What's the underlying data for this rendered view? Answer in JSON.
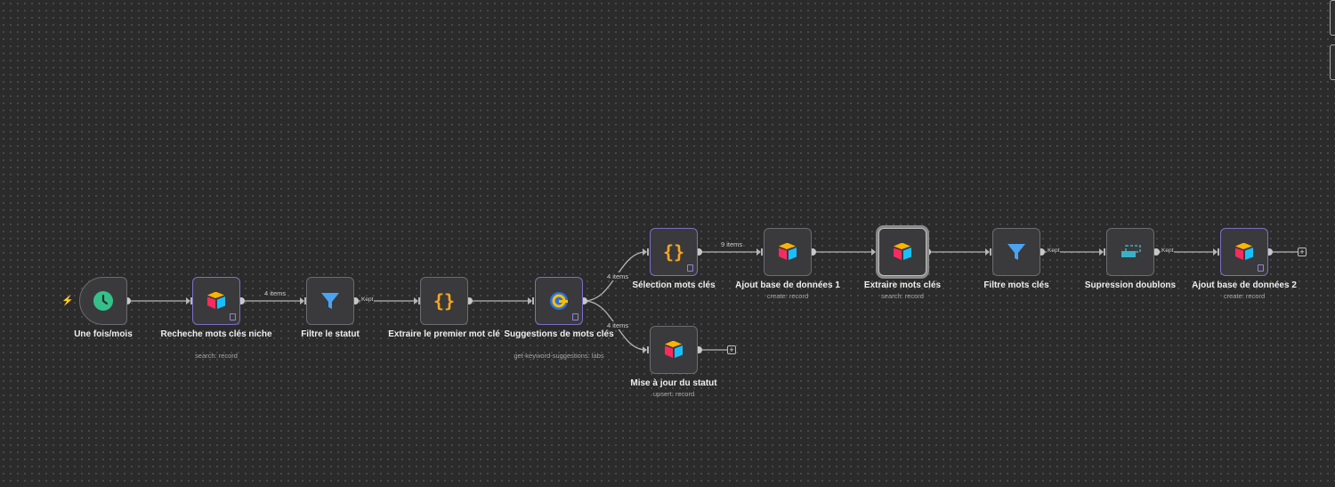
{
  "workflow": {
    "nodes": [
      {
        "id": "n1",
        "label": "Une fois/mois",
        "subtitle": "",
        "icon": "clock-icon"
      },
      {
        "id": "n2",
        "label": "Recheche mots clés niche",
        "subtitle": "search: record",
        "icon": "airtable-icon"
      },
      {
        "id": "n3",
        "label": "Filtre le statut",
        "subtitle": "",
        "icon": "filter-icon"
      },
      {
        "id": "n4",
        "label": "Extraire le premier mot clé",
        "subtitle": "",
        "icon": "code-braces-icon"
      },
      {
        "id": "n5",
        "label": "Suggestions de mots clés",
        "subtitle": "get-keyword-suggestions: labs",
        "icon": "dataforseo-icon"
      },
      {
        "id": "n6",
        "label": "Sélection mots clés",
        "subtitle": "",
        "icon": "code-braces-icon"
      },
      {
        "id": "n7",
        "label": "Mise à jour du statut",
        "subtitle": "upsert: record",
        "icon": "airtable-icon"
      },
      {
        "id": "n8",
        "label": "Ajout base de données 1",
        "subtitle": "create: record",
        "icon": "airtable-icon"
      },
      {
        "id": "n9",
        "label": "Extraire mots clés",
        "subtitle": "search: record",
        "icon": "airtable-icon"
      },
      {
        "id": "n10",
        "label": "Filtre mots clés",
        "subtitle": "",
        "icon": "filter-icon"
      },
      {
        "id": "n11",
        "label": "Supression doublons",
        "subtitle": "",
        "icon": "remove-duplicates-icon"
      },
      {
        "id": "n12",
        "label": "Ajout base de données 2",
        "subtitle": "create: record",
        "icon": "airtable-icon"
      }
    ],
    "edge_labels": {
      "e2": "4 items",
      "e3": "Kept",
      "e5a": "4 items",
      "e5b": "4 items",
      "e6": "9 items",
      "e10": "Kept",
      "e11": "Kept"
    },
    "add_node_symbol": "+",
    "trigger_symbol": "⚡",
    "colors": {
      "background": "#2b2b2b",
      "node_fill": "#3a3a3c",
      "selected_border": "#7b6fc4",
      "edge": "#b5b5b5",
      "clock": "#35c08a",
      "filter": "#4aa3f0",
      "braces": "#f5a623",
      "dedupe": "#3ab0c8",
      "trigger_bolt": "#ff6b5e"
    }
  }
}
